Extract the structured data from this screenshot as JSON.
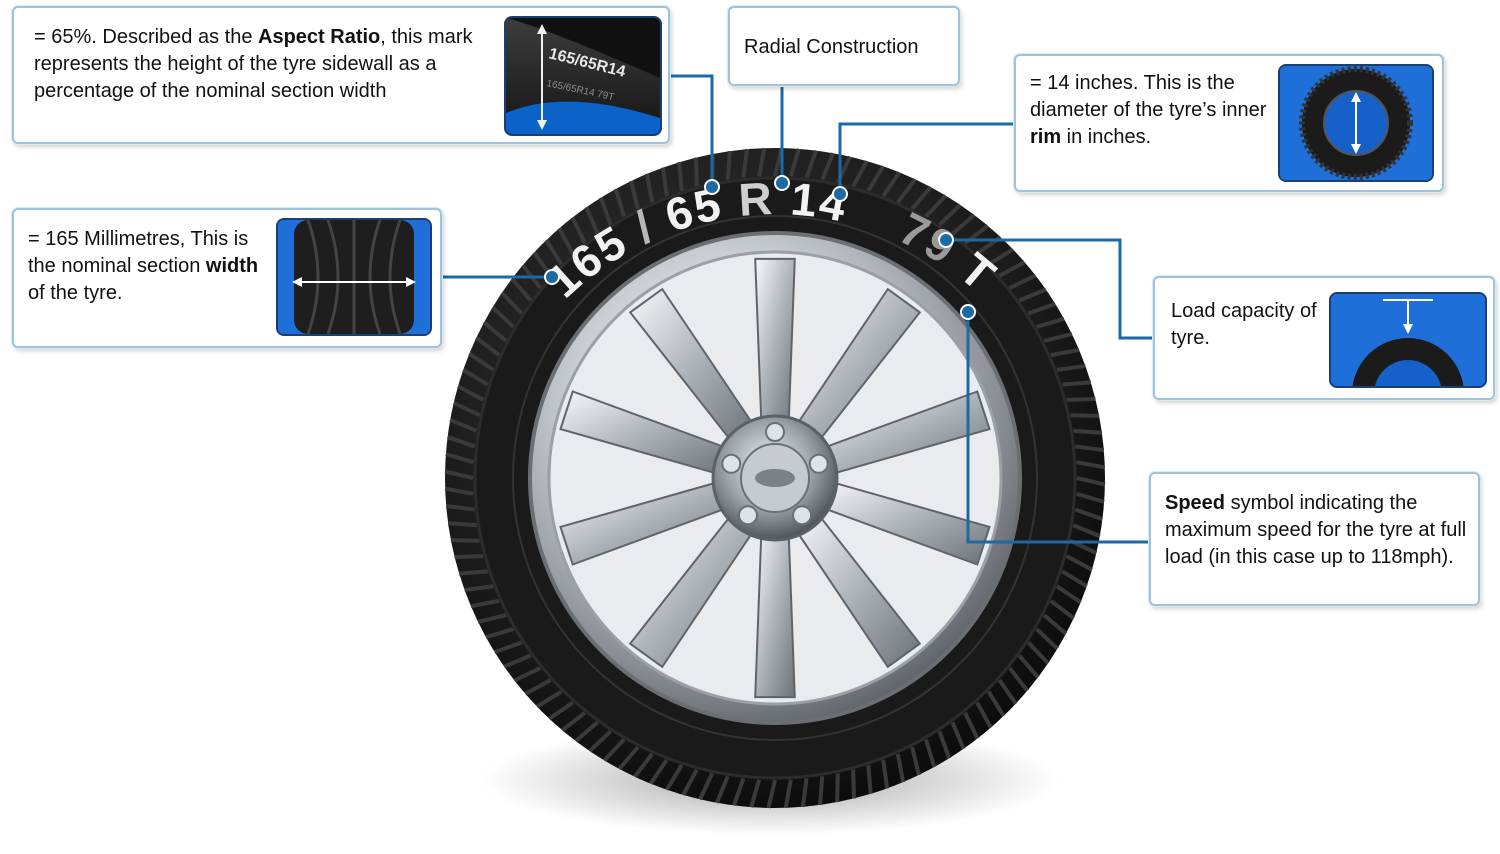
{
  "tyre_marking": {
    "width": "165",
    "slash": "/",
    "aspect": "65",
    "construction": "R",
    "rim": "14",
    "load_index": "79",
    "speed_symbol": "T"
  },
  "callouts": {
    "aspect_ratio": {
      "pre": "= 65%. Described as the ",
      "bold": "Aspect Ratio",
      "post": ", this mark represents the height of the tyre sidewall as a percentage of the nominal section width",
      "thumb_text_top": "165/65R14",
      "thumb_text_bottom": "165/65R14 79T"
    },
    "radial": {
      "label": "Radial Construction"
    },
    "rim": {
      "pre": "= 14 inches. This is the diameter of the tyre’s inner ",
      "bold": "rim",
      "post": " in inches."
    },
    "width": {
      "pre": "= 165 Millimetres, This is the nominal section ",
      "bold": "width",
      "post": " of the tyre."
    },
    "load": {
      "label": "Load capacity of tyre."
    },
    "speed": {
      "bold": "Speed",
      "post": " symbol indicating the maximum speed for the tyre at full load (in this case up to 118mph)."
    }
  },
  "colors": {
    "leader_line": "#1a6aa6",
    "callout_border": "#9fc3dd",
    "thumb_blue": "#1f6fd8",
    "tyre": "#1b1b1b"
  },
  "icons": [
    "tyre-tread-thumbnail",
    "sidewall-thumbnail",
    "rim-diameter-icon",
    "load-capacity-icon",
    "alloy-wheel"
  ]
}
